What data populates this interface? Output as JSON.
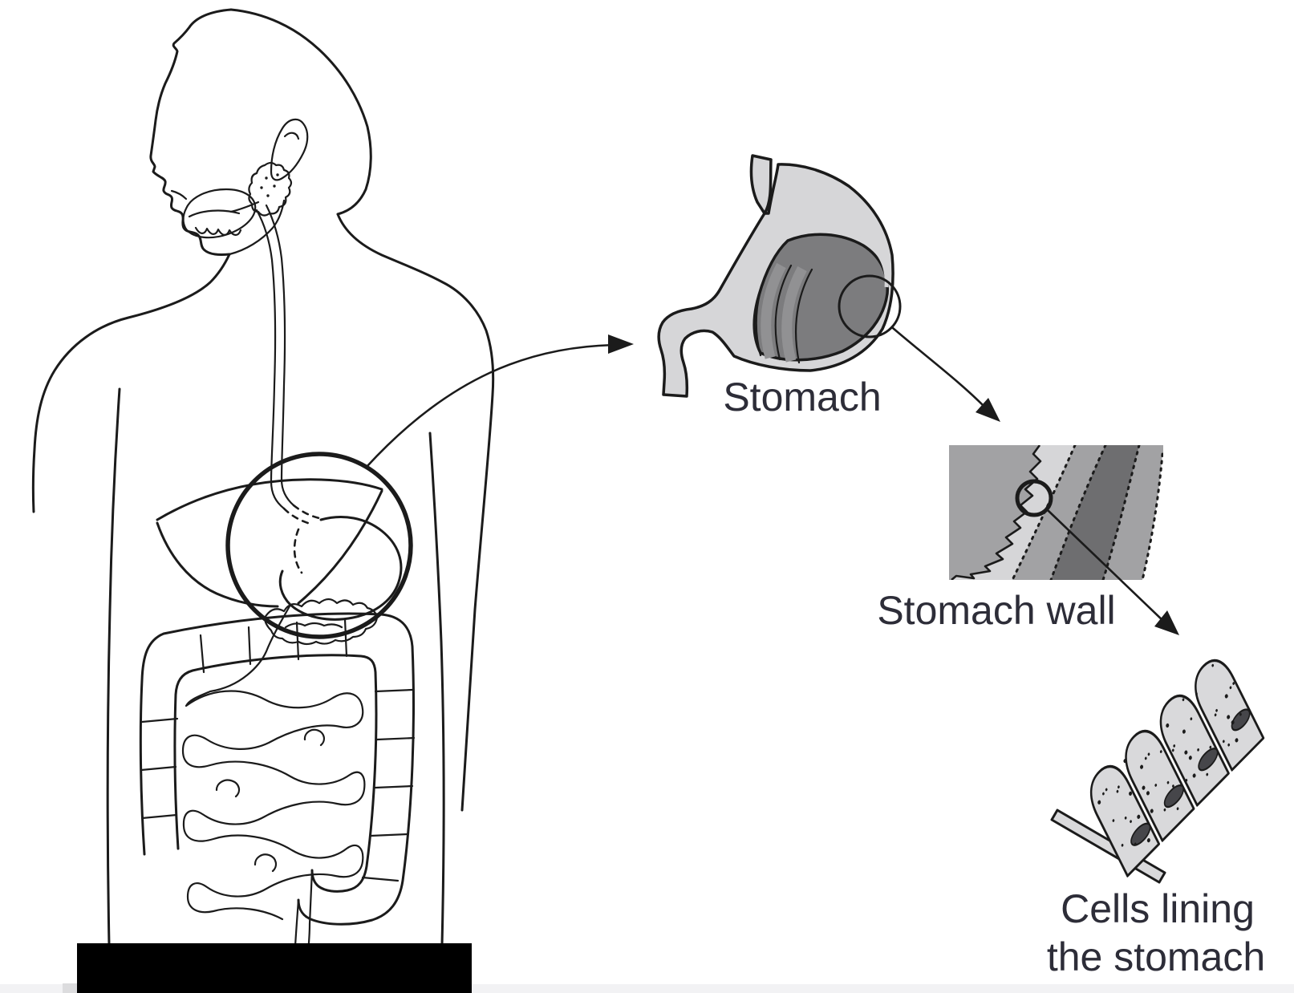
{
  "labels": {
    "stomach": "Stomach",
    "stomach_wall": "Stomach wall",
    "cells_line1": "Cells lining",
    "cells_line2": "the stomach"
  },
  "colors": {
    "background": "#ffffff",
    "line": "#1b1b1b",
    "label_text": "#2d2d38",
    "organ_light": "#d6d6d8",
    "organ_dark": "#7c7c7e",
    "fold_light": "#919193",
    "wall_mid": "#a2a2a4",
    "wall_light": "#d6d6d8",
    "wall_dark": "#6e6e70",
    "cell_fill": "#d9d9db",
    "nucleus": "#46464a",
    "redaction": "#000000",
    "bottom_strip": "#f2f2f4"
  },
  "icons": {
    "arrow_body_to_stomach": "curved-arrow",
    "arrow_stomach_to_wall": "curved-arrow",
    "arrow_wall_to_cells": "straight-arrow",
    "highlight_circle_body": "circle-outline",
    "highlight_circle_stomach": "circle-outline",
    "highlight_circle_wall": "circle-outline"
  }
}
